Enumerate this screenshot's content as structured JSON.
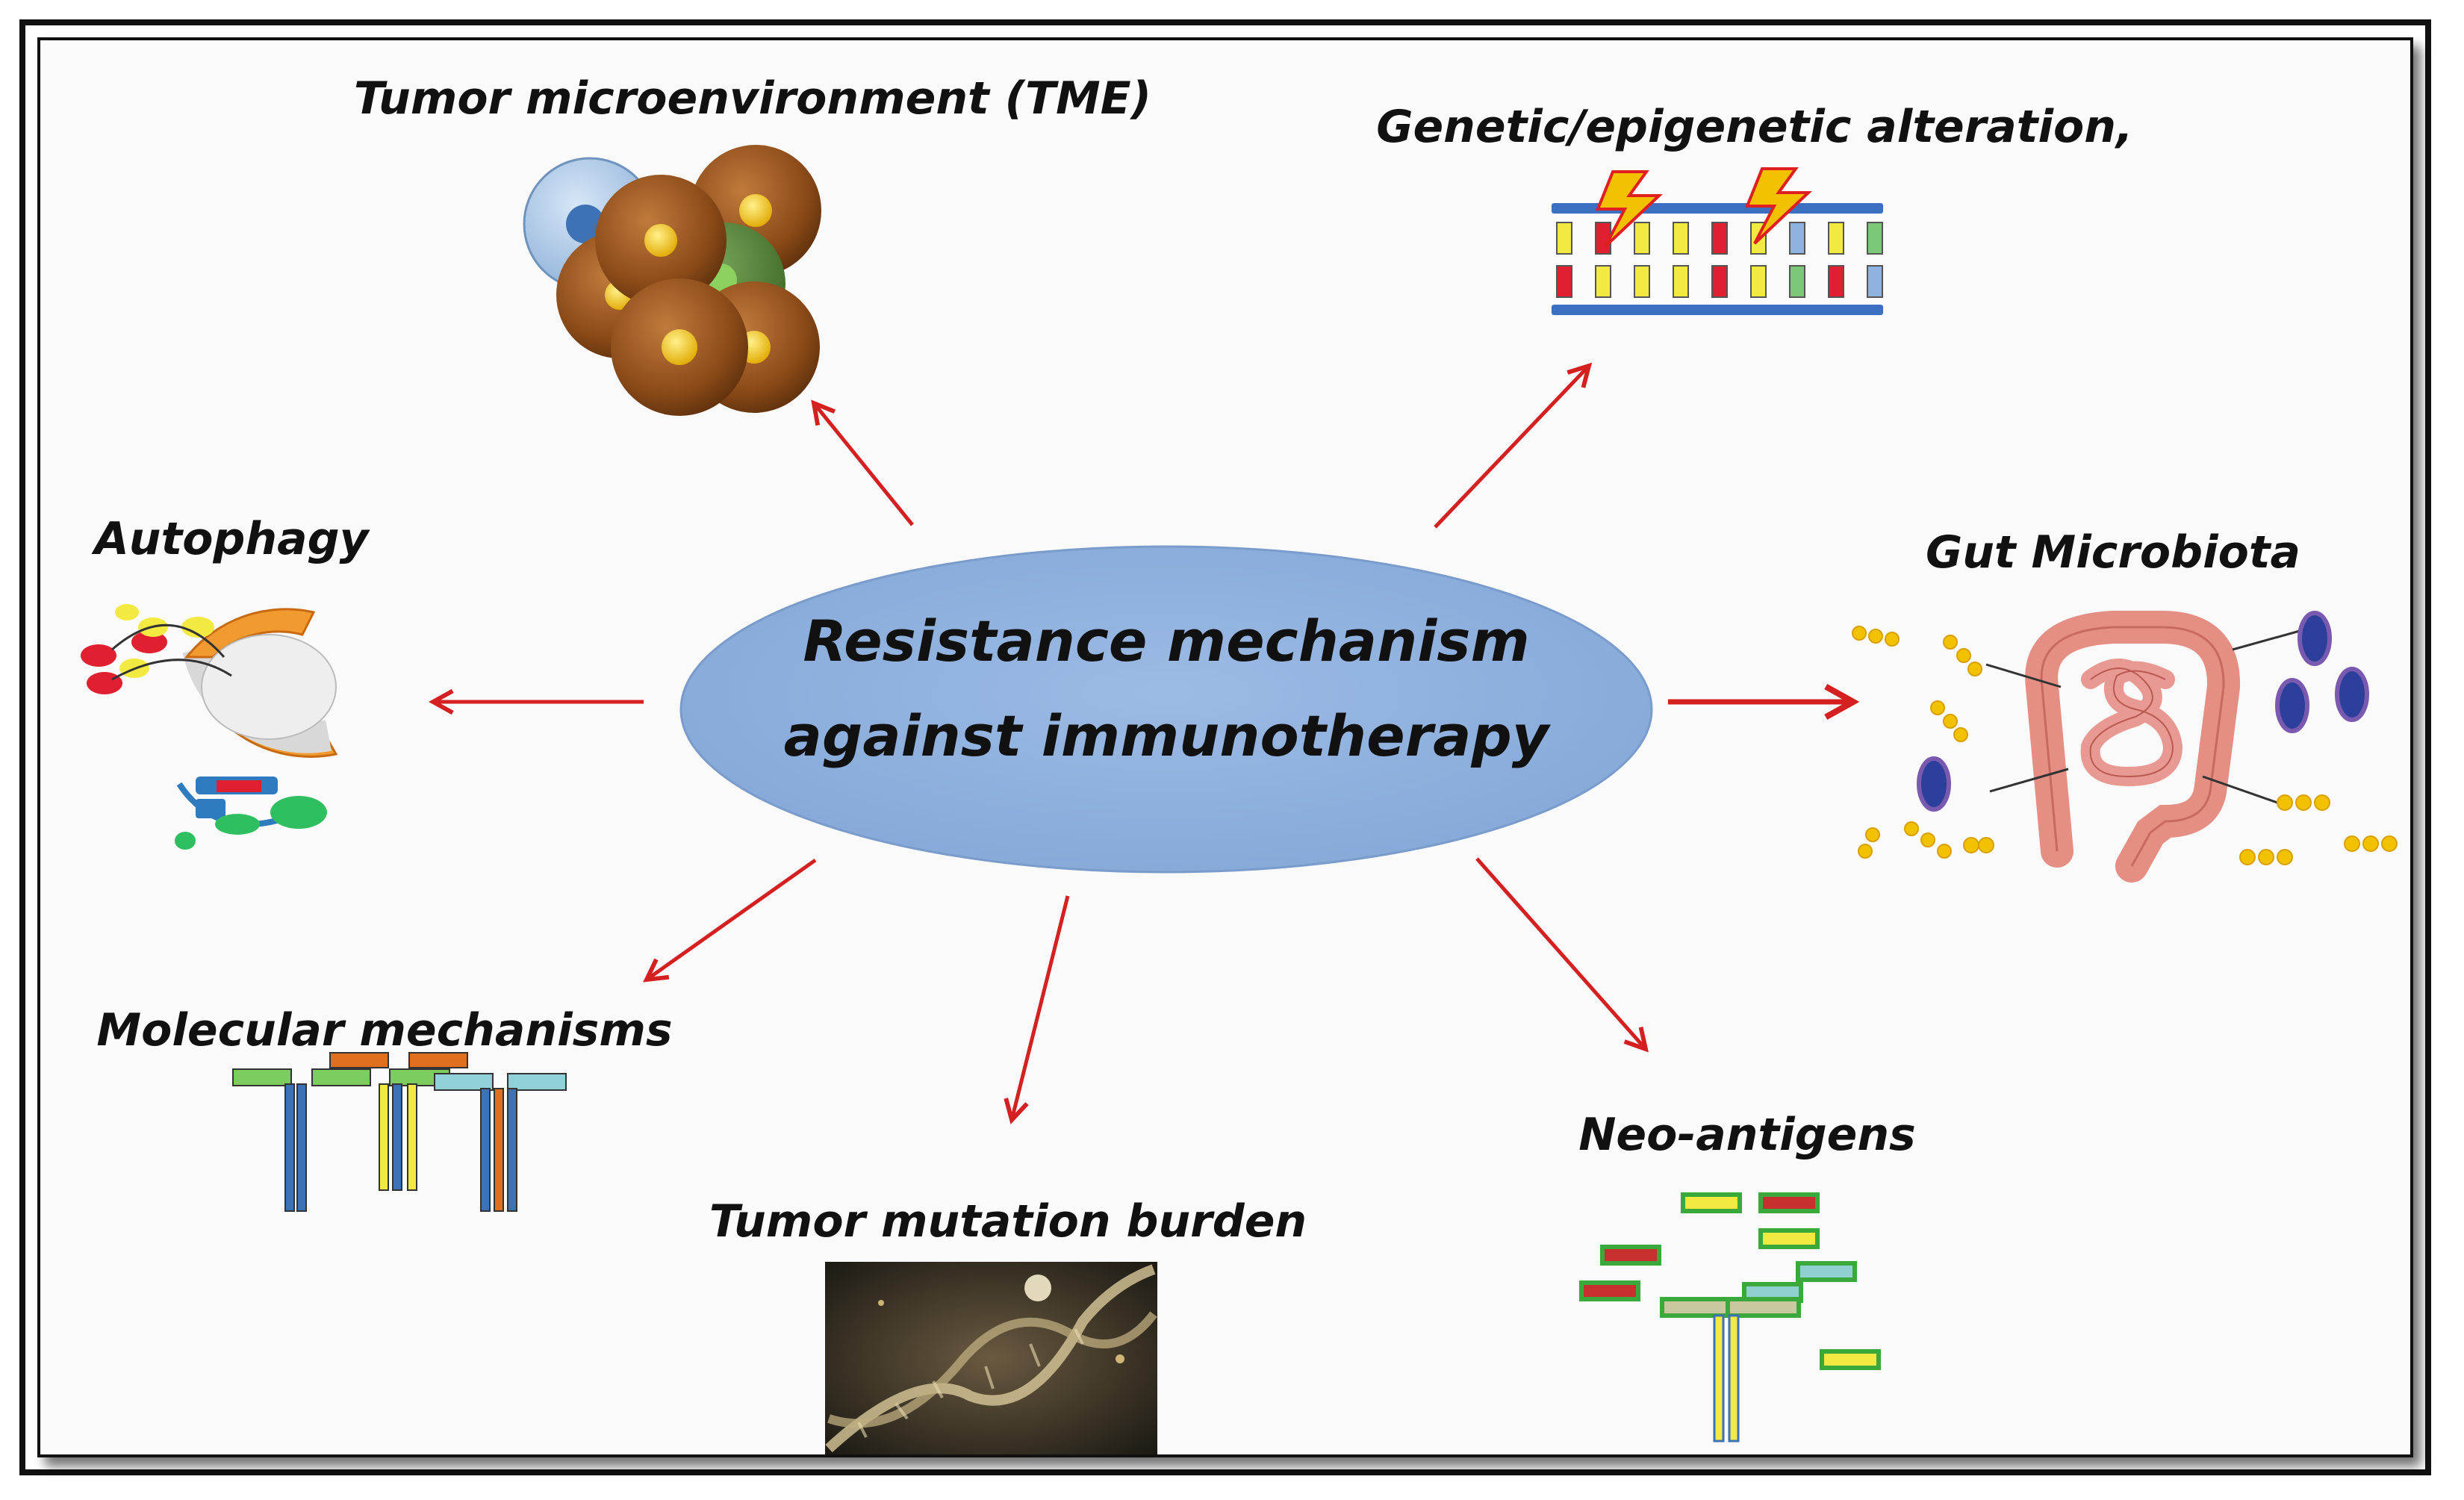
{
  "center": {
    "line1": "Resistance mechanism",
    "line2": "against immunotherapy"
  },
  "nodes": {
    "tme": "Tumor microenvironment (TME)",
    "genetic": "Genetic/epigenetic alteration,",
    "autophagy": "Autophagy",
    "gut": "Gut Microbiota",
    "molecular": "Molecular mechanisms",
    "tmb": "Tumor mutation burden",
    "neo": "Neo-antigens"
  },
  "colors": {
    "ellipse": "#8fb0dc",
    "arrow": "#d42020",
    "cell_brown": "#8a4a18",
    "nucleus_yellow": "#f2c200",
    "dna_frame": "#3c6fc0"
  }
}
